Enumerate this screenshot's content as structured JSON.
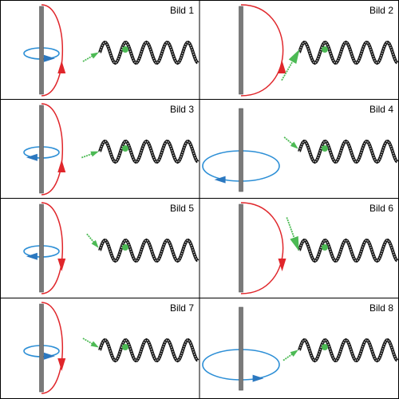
{
  "panels": [
    {
      "label": "Bild 1",
      "loop_size": "small",
      "field_direction": "up",
      "ring": "small",
      "ring_arrow": "right",
      "pointer_angle": -30
    },
    {
      "label": "Bild 2",
      "loop_size": "large",
      "field_direction": "up",
      "ring": "none",
      "ring_arrow": "none",
      "pointer_angle": -60
    },
    {
      "label": "Bild 3",
      "loop_size": "small",
      "field_direction": "up",
      "ring": "small",
      "ring_arrow": "left",
      "pointer_angle": -20
    },
    {
      "label": "Bild 4",
      "loop_size": "none",
      "field_direction": "none",
      "ring": "large",
      "ring_arrow": "left",
      "pointer_angle": 40
    },
    {
      "label": "Bild 5",
      "loop_size": "small",
      "field_direction": "down",
      "ring": "small",
      "ring_arrow": "left",
      "pointer_angle": 50
    },
    {
      "label": "Bild 6",
      "loop_size": "large",
      "field_direction": "down",
      "ring": "none",
      "ring_arrow": "none",
      "pointer_angle": 70
    },
    {
      "label": "Bild 7",
      "loop_size": "small",
      "field_direction": "down",
      "ring": "small",
      "ring_arrow": "right",
      "pointer_angle": 30
    },
    {
      "label": "Bild 8",
      "loop_size": "none",
      "field_direction": "none",
      "ring": "large",
      "ring_arrow": "right",
      "pointer_angle": -35
    }
  ],
  "colors": {
    "field_loop": "#e0262b",
    "ring": "#2d8fd6",
    "ring_arrow": "#2b78c0",
    "pointer": "#4cba54",
    "dot": "#4cba54",
    "wire": "#7a7a7a",
    "spring": "#3a3a3a",
    "grid": "#000000"
  }
}
